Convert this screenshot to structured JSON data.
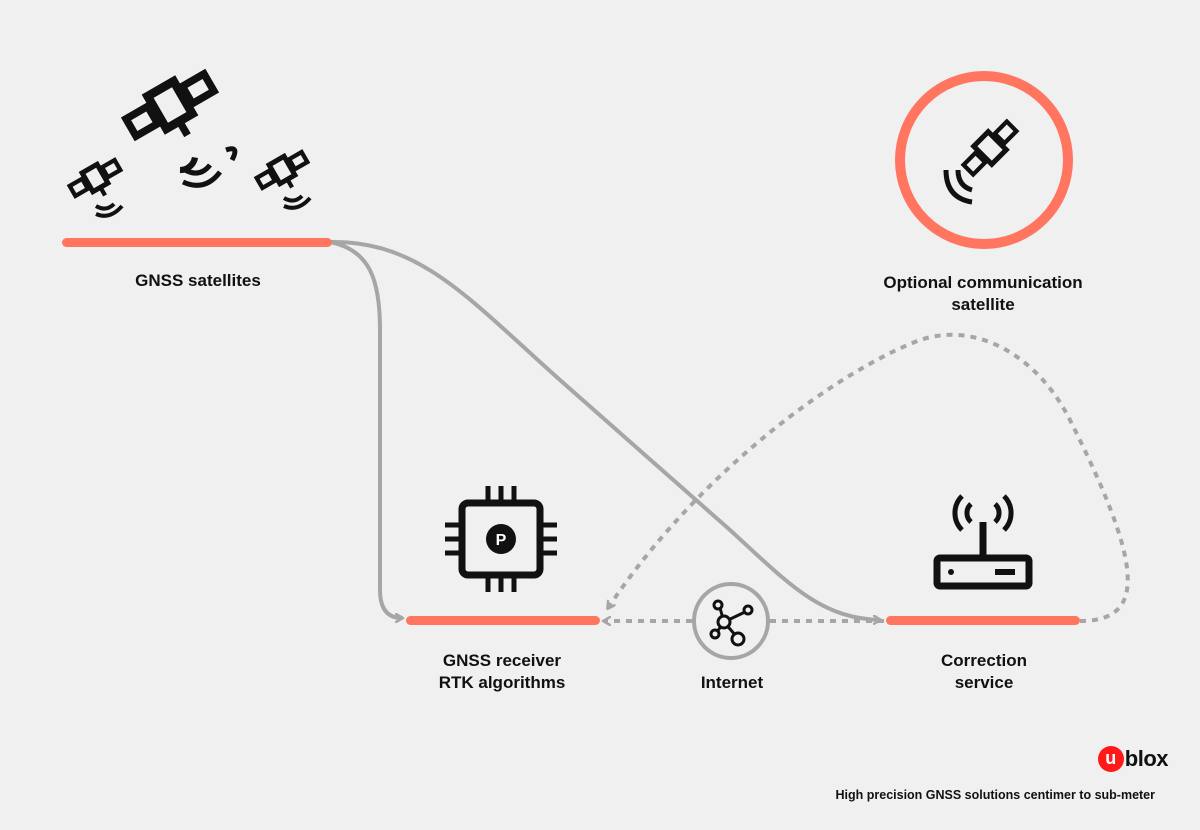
{
  "nodes": {
    "gnss_satellites": {
      "label": "GNSS satellites"
    },
    "optional_satellite": {
      "label_line1": "Optional communication",
      "label_line2": "satellite"
    },
    "receiver": {
      "label_line1": "GNSS receiver",
      "label_line2": "RTK algorithms"
    },
    "internet": {
      "label": "Internet"
    },
    "correction": {
      "label_line1": "Correction",
      "label_line2": "service"
    }
  },
  "chip_letter": "P",
  "brand": {
    "badge": "u",
    "name": "blox"
  },
  "footer": "High precision GNSS solutions centimer to sub-meter",
  "colors": {
    "accent": "#ff7560",
    "connector": "#a6a6a6",
    "icon": "#111111",
    "brand": "#ff1a1a",
    "background": "#f1f0f0"
  },
  "icons": [
    "satellite-icon",
    "chip-icon",
    "network-icon",
    "router-icon"
  ]
}
